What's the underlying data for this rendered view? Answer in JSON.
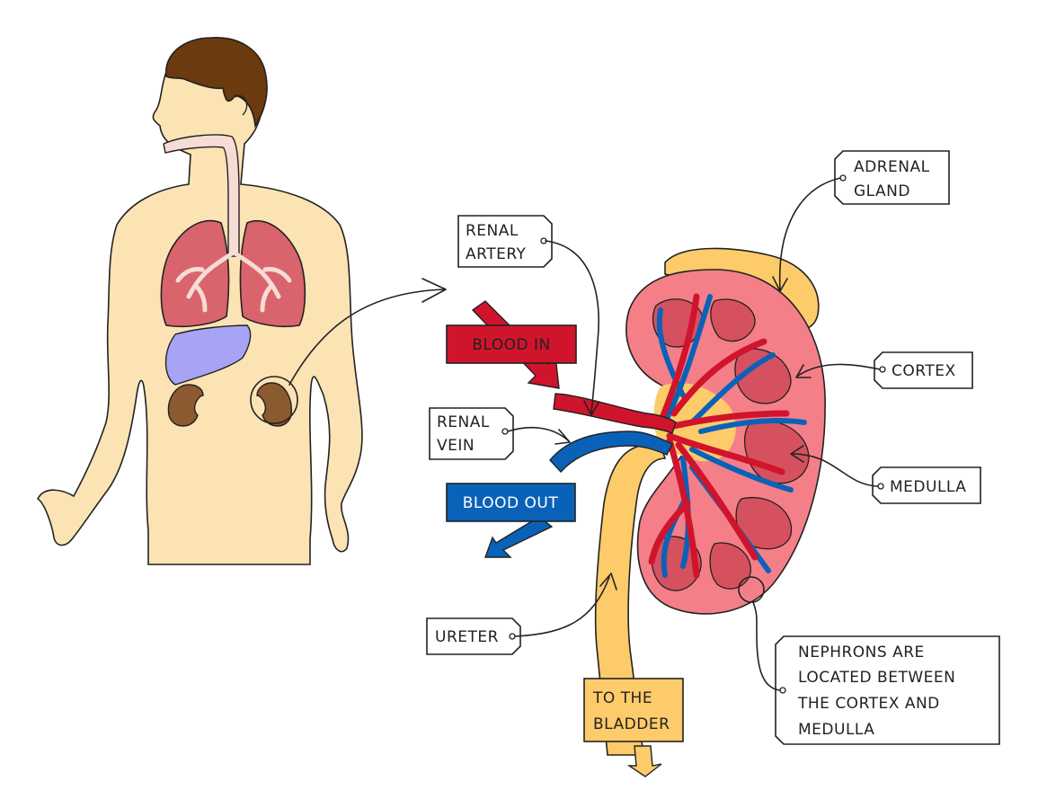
{
  "labels": {
    "renal_artery": [
      "RENAL",
      "ARTERY"
    ],
    "renal_vein": [
      "RENAL",
      "VEIN"
    ],
    "adrenal_gland": [
      "ADRENAL",
      "GLAND"
    ],
    "cortex": "CORTEX",
    "medulla": "MEDULLA",
    "ureter": "URETER",
    "nephrons": [
      "NEPHRONS  ARE",
      "LOCATED  BETWEEN",
      "THE  CORTEX  AND",
      "MEDULLA"
    ],
    "to_bladder": [
      "TO  THE",
      "BLADDER"
    ],
    "blood_in": "BLOOD  IN",
    "blood_out": "BLOOD  OUT"
  },
  "colors": {
    "skin": "#FCE3B4",
    "hair": "#6B3A0E",
    "lungs": "#D9646E",
    "liver": "#A7A3F5",
    "kidney_small": "#8C5A30",
    "kidney_outer": "#F47F89",
    "kidney_inner": "#D5515F",
    "artery": "#D0142C",
    "vein": "#0A62B8",
    "ureter": "#FDCB6A",
    "adrenal": "#FDCB6A"
  }
}
